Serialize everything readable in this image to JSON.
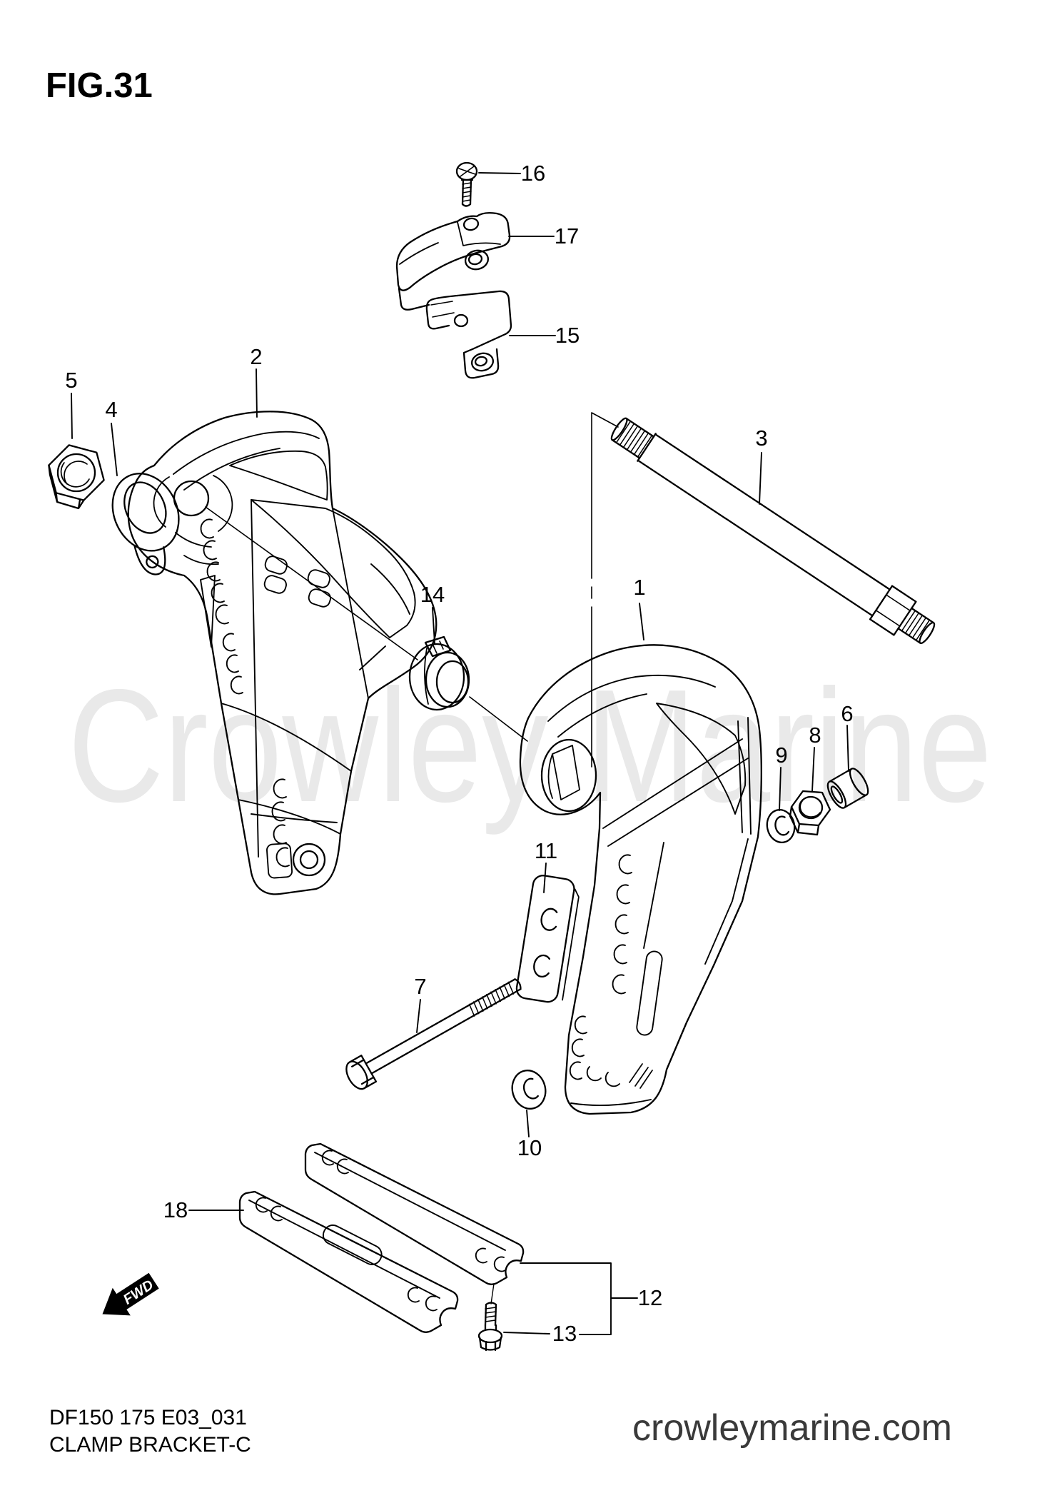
{
  "figure": {
    "title": "FIG.31"
  },
  "watermark": {
    "text": "Crowley Marine"
  },
  "colors": {
    "ink": "#000000",
    "watermark_gray": "#e9e9e9",
    "website_text": "#3a3a3a"
  },
  "diagram": {
    "fwd_label": "FWD",
    "parts": [
      {
        "number": "1"
      },
      {
        "number": "2"
      },
      {
        "number": "3"
      },
      {
        "number": "4"
      },
      {
        "number": "5"
      },
      {
        "number": "6"
      },
      {
        "number": "7"
      },
      {
        "number": "8"
      },
      {
        "number": "9"
      },
      {
        "number": "10"
      },
      {
        "number": "11"
      },
      {
        "number": "12"
      },
      {
        "number": "13"
      },
      {
        "number": "14"
      },
      {
        "number": "15"
      },
      {
        "number": "16"
      },
      {
        "number": "17"
      },
      {
        "number": "18"
      }
    ]
  },
  "footer": {
    "drawing_code": "DF150 175 E03_031",
    "drawing_title": "CLAMP BRACKET-C",
    "website": "crowleymarine.com"
  }
}
